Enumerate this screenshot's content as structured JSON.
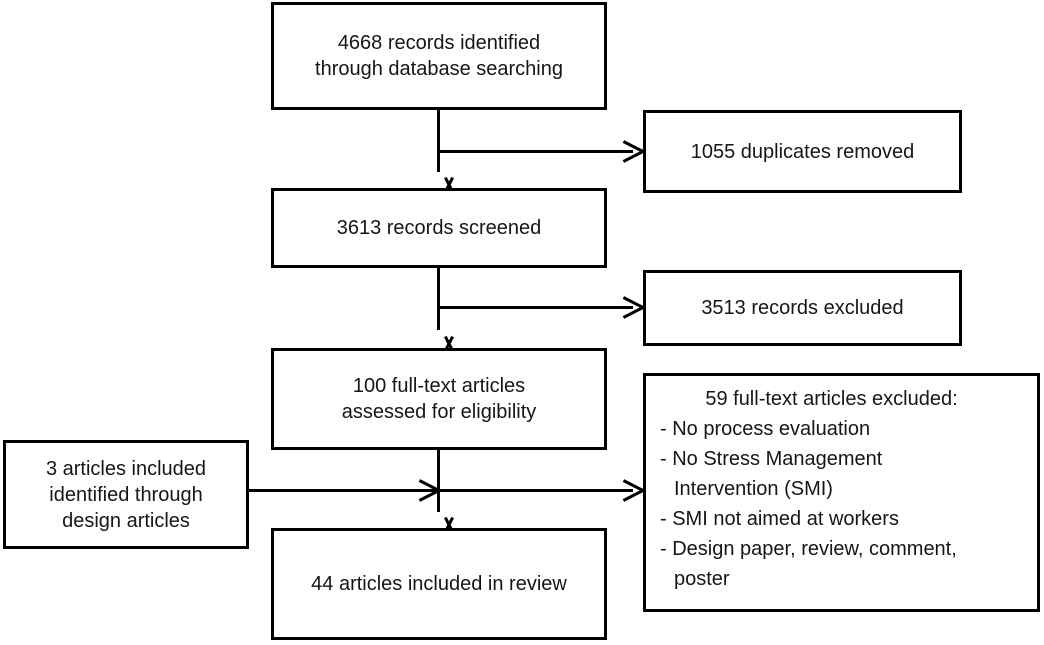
{
  "diagram": {
    "title": "PRISMA study selection flow diagram",
    "type": "flowchart",
    "stroke_color": "#000000",
    "text_color": "#161616",
    "background": "#ffffff",
    "nodes": {
      "identified": {
        "line1": "4668 records identified",
        "line2": "through database searching"
      },
      "duplicates": {
        "line1": "1055 duplicates removed"
      },
      "screened": {
        "line1": "3613 records screened"
      },
      "excluded_records": {
        "line1": "3513 records excluded"
      },
      "fulltext": {
        "line1": "100 full-text articles",
        "line2": "assessed for eligibility"
      },
      "design_articles": {
        "line1": "3 articles included",
        "line2": "identified through",
        "line3": "design articles"
      },
      "fulltext_excluded": {
        "heading": "59 full-text articles excluded:",
        "reasons": [
          "- No process evaluation",
          "- No Stress Management",
          "Intervention (SMI)",
          "- SMI not aimed at workers",
          "- Design paper, review, comment,",
          "poster"
        ]
      },
      "included": {
        "line1": "44 articles included in review"
      }
    },
    "connectors": [
      "identified-to-screened",
      "identified-to-duplicates",
      "screened-to-fulltext",
      "screened-to-excluded-records",
      "fulltext-to-included",
      "fulltext-to-fulltext-excluded",
      "design-articles-to-junction"
    ]
  }
}
